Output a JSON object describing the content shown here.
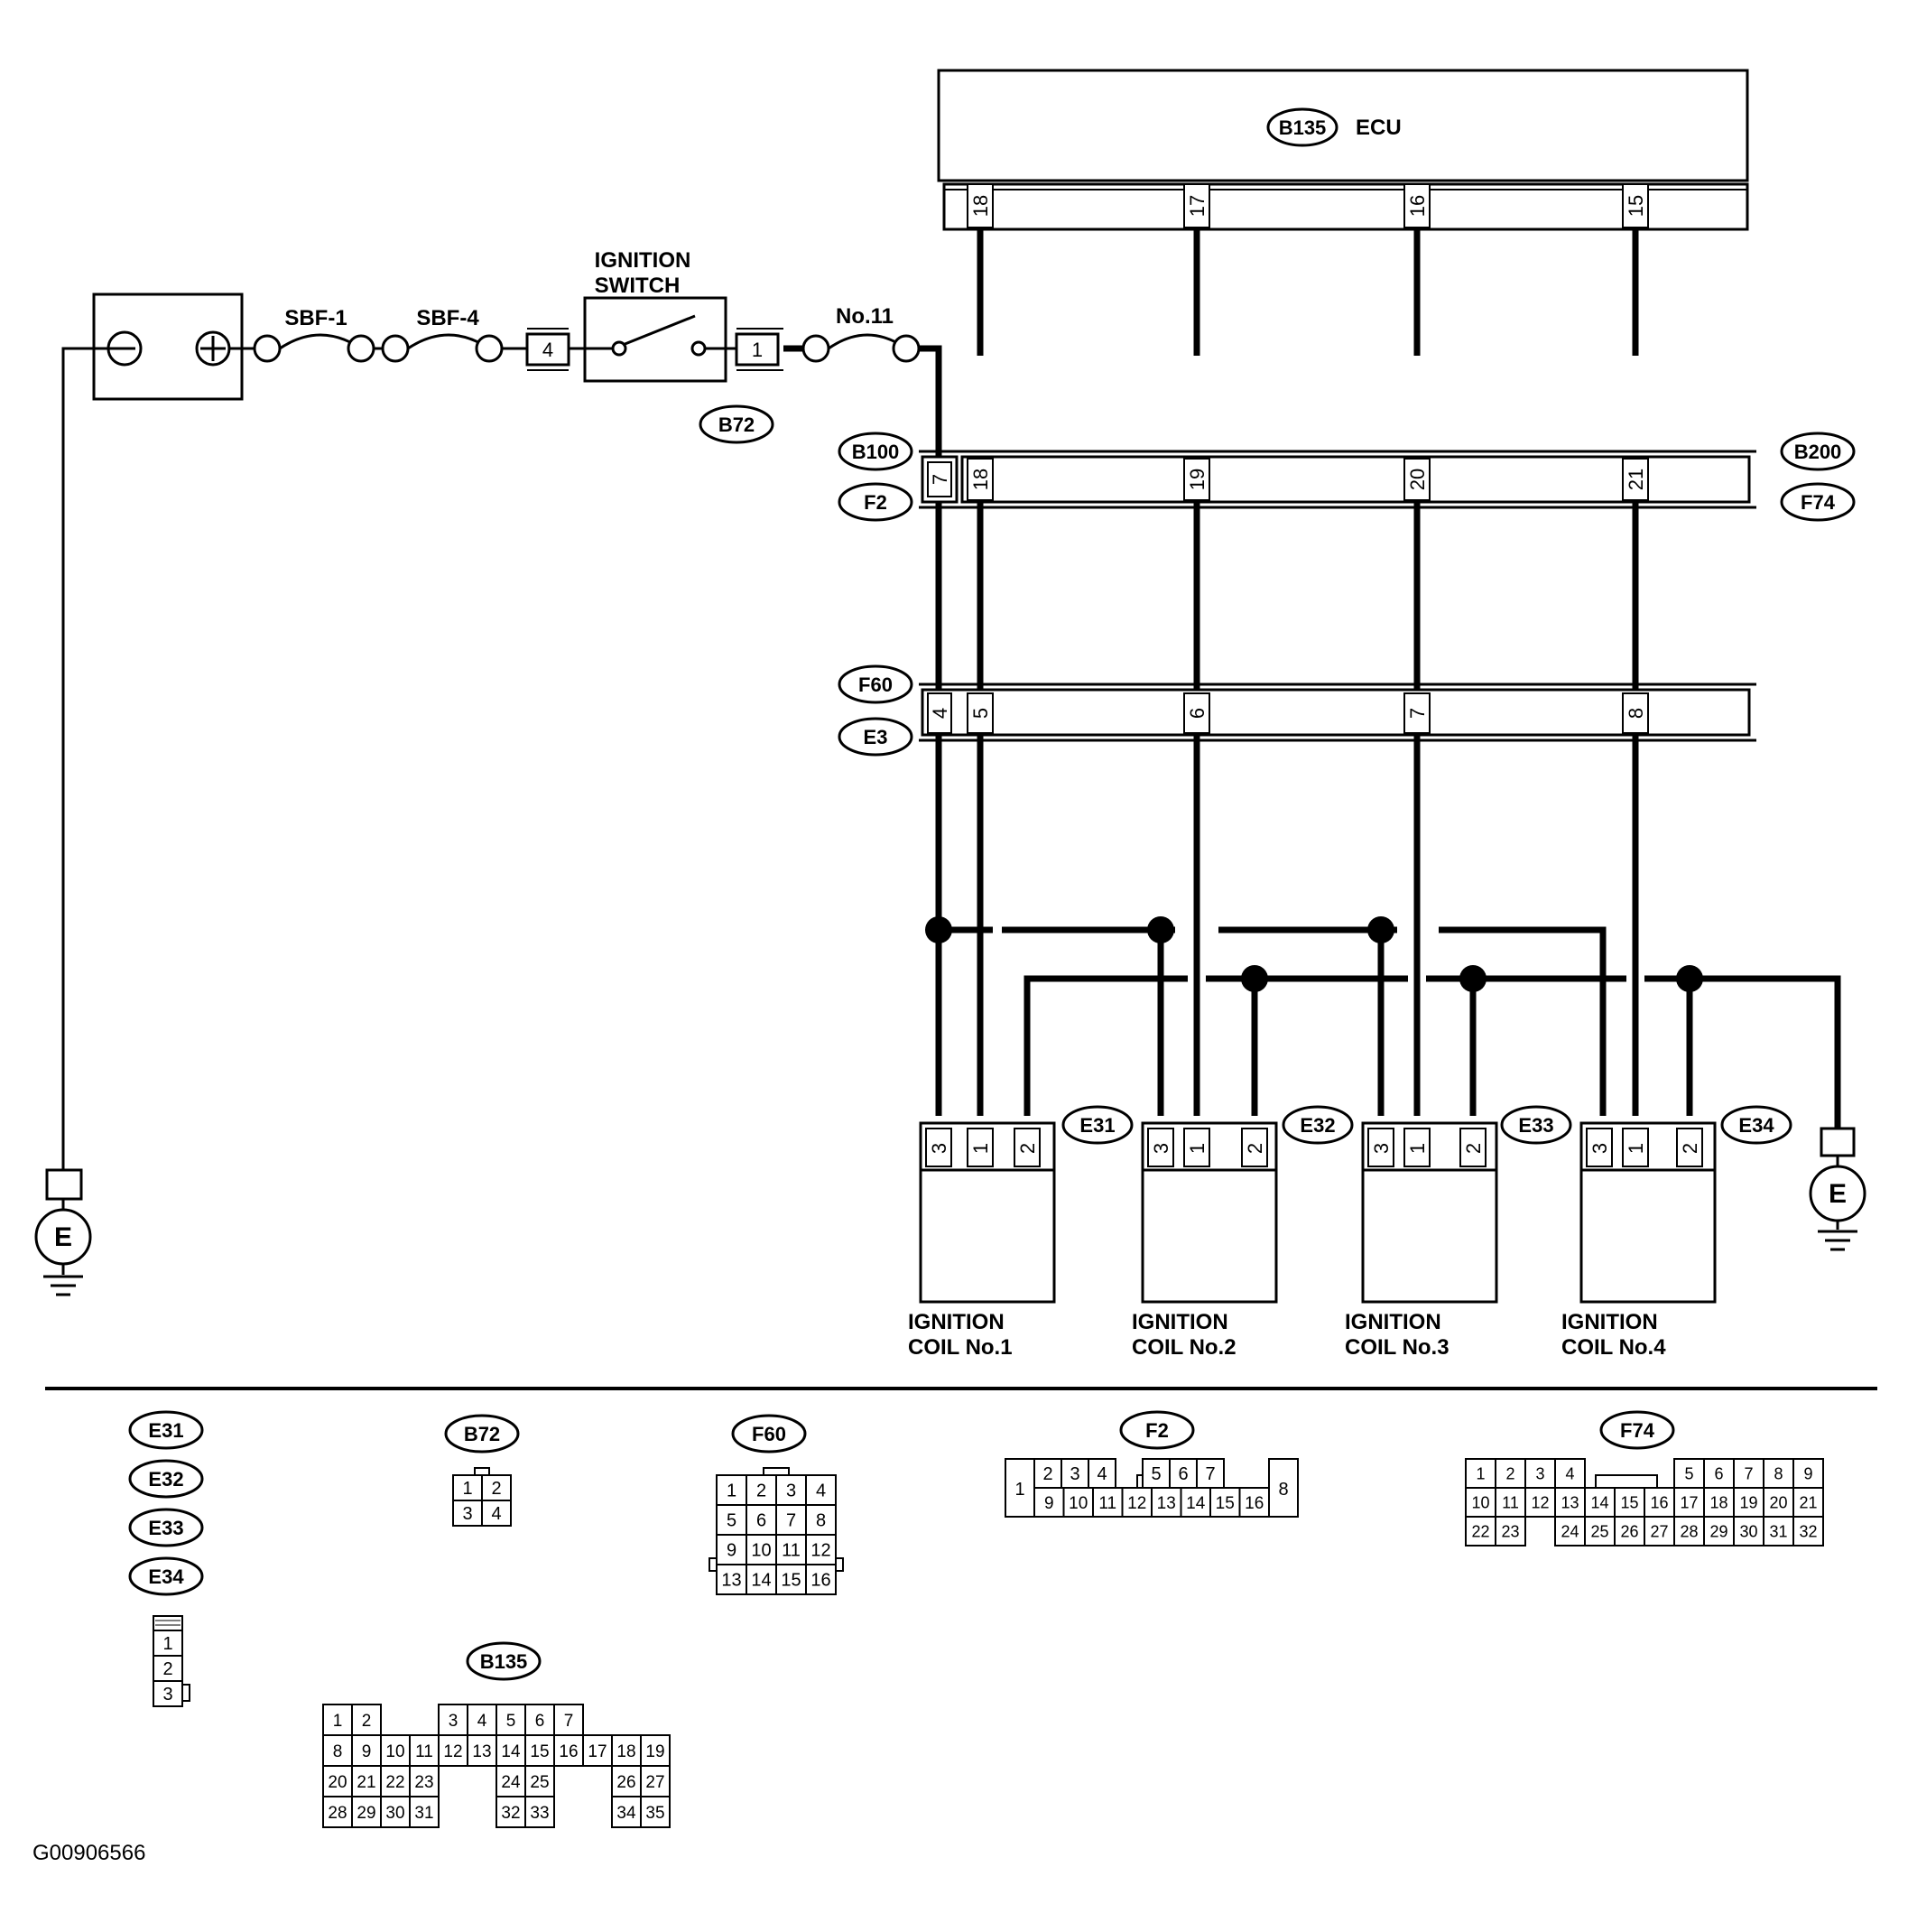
{
  "ecu": {
    "id": "B135",
    "label": "ECU",
    "pins": [
      "18",
      "17",
      "16",
      "15"
    ]
  },
  "battery": {
    "neg": "⊖",
    "pos": "⊕"
  },
  "fuses": {
    "sbf1": "SBF-1",
    "sbf4": "SBF-4",
    "no11": "No.11"
  },
  "ignition_switch": {
    "line1": "IGNITION",
    "line2": "SWITCH",
    "pin_in": "4",
    "pin_out": "1",
    "connector": "B72"
  },
  "joint1": {
    "left_top": "B100",
    "left_bottom": "F2",
    "right_top": "B200",
    "right_bottom": "F74",
    "pins": [
      "7",
      "18",
      "19",
      "20",
      "21"
    ]
  },
  "joint2": {
    "top": "F60",
    "bottom": "E3",
    "pins": [
      "4",
      "5",
      "6",
      "7",
      "8"
    ]
  },
  "ground": {
    "symbol": "E"
  },
  "coils": [
    {
      "id": "E31",
      "pins": [
        "3",
        "1",
        "2"
      ],
      "line1": "IGNITION",
      "line2": "COIL No.1"
    },
    {
      "id": "E32",
      "pins": [
        "3",
        "1",
        "2"
      ],
      "line1": "IGNITION",
      "line2": "COIL No.2"
    },
    {
      "id": "E33",
      "pins": [
        "3",
        "1",
        "2"
      ],
      "line1": "IGNITION",
      "line2": "COIL No.3"
    },
    {
      "id": "E34",
      "pins": [
        "3",
        "1",
        "2"
      ],
      "line1": "IGNITION",
      "line2": "COIL No.4"
    }
  ],
  "legend": {
    "coil_ids": [
      "E31",
      "E32",
      "E33",
      "E34"
    ],
    "coil_pins": [
      "1",
      "2",
      "3"
    ],
    "b72": {
      "id": "B72",
      "rows": [
        [
          "1",
          "2"
        ],
        [
          "3",
          "4"
        ]
      ]
    },
    "f60": {
      "id": "F60",
      "rows": [
        [
          "1",
          "2",
          "3",
          "4"
        ],
        [
          "5",
          "6",
          "7",
          "8"
        ],
        [
          "9",
          "10",
          "11",
          "12"
        ],
        [
          "13",
          "14",
          "15",
          "16"
        ]
      ]
    },
    "f2": {
      "id": "F2",
      "left": "1",
      "right": "8",
      "top": [
        "2",
        "3",
        "4",
        "",
        "5",
        "6",
        "7"
      ],
      "bottom": [
        "9",
        "10",
        "11",
        "12",
        "13",
        "14",
        "15",
        "16"
      ]
    },
    "f74": {
      "id": "F74",
      "rows": [
        [
          "1",
          "2",
          "3",
          "4",
          "",
          "",
          "",
          "5",
          "6",
          "7",
          "8",
          "9"
        ],
        [
          "10",
          "11",
          "12",
          "13",
          "14",
          "15",
          "16",
          "17",
          "18",
          "19",
          "20",
          "21"
        ],
        [
          "22",
          "23",
          "",
          "24",
          "25",
          "26",
          "27",
          "28",
          "29",
          "30",
          "31",
          "32"
        ]
      ]
    },
    "b135": {
      "id": "B135",
      "rows": [
        [
          "1",
          "2",
          "",
          "",
          "3",
          "4",
          "5",
          "6",
          "7",
          "",
          "",
          ""
        ],
        [
          "8",
          "9",
          "10",
          "11",
          "12",
          "13",
          "14",
          "15",
          "16",
          "17",
          "18",
          "19"
        ],
        [
          "20",
          "21",
          "22",
          "23",
          "",
          "",
          "24",
          "25",
          "",
          "",
          "26",
          "27"
        ],
        [
          "28",
          "29",
          "30",
          "31",
          "",
          "",
          "32",
          "33",
          "",
          "",
          "34",
          "35"
        ]
      ]
    }
  },
  "figure_code": "G00906566"
}
